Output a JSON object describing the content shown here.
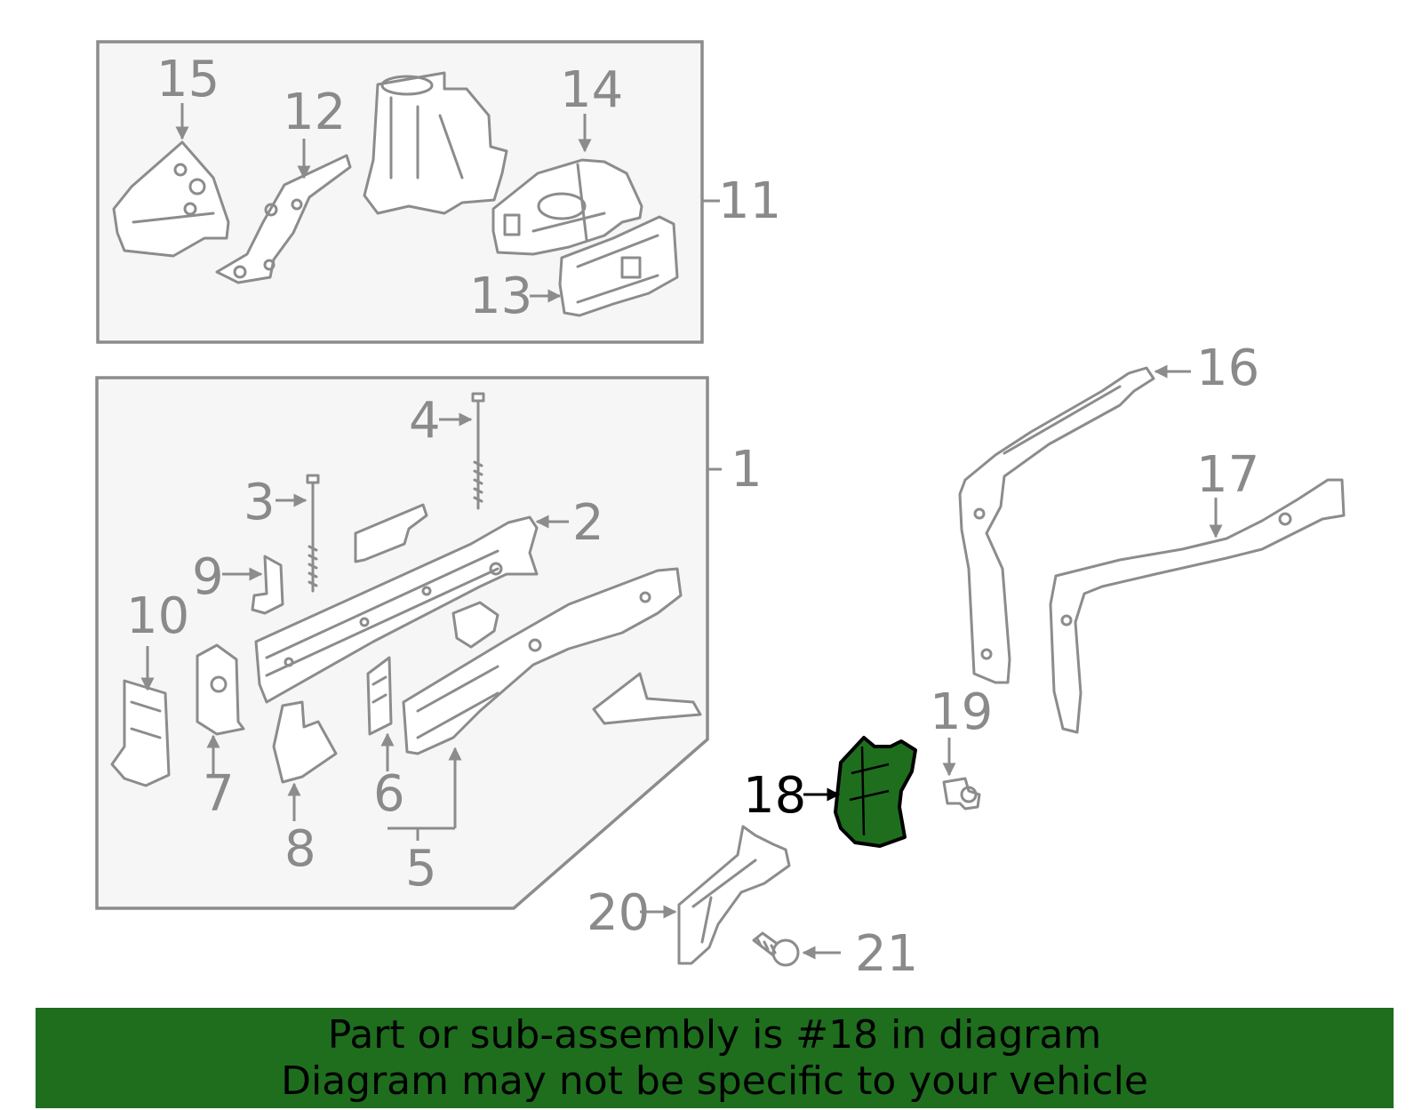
{
  "callouts": {
    "c1": "1",
    "c2": "2",
    "c3": "3",
    "c4": "4",
    "c5": "5",
    "c6": "6",
    "c7": "7",
    "c8": "8",
    "c9": "9",
    "c10": "10",
    "c11": "11",
    "c12": "12",
    "c13": "13",
    "c14": "14",
    "c15": "15",
    "c16": "16",
    "c17": "17",
    "c18": "18",
    "c19": "19",
    "c20": "20",
    "c21": "21"
  },
  "highlight": {
    "part": "18",
    "color": "#1e6e1e"
  },
  "banner": {
    "line1": "Part or sub-assembly is #18 in diagram",
    "line2": "Diagram may not be specific to your vehicle",
    "background": "#1e6e1e"
  }
}
